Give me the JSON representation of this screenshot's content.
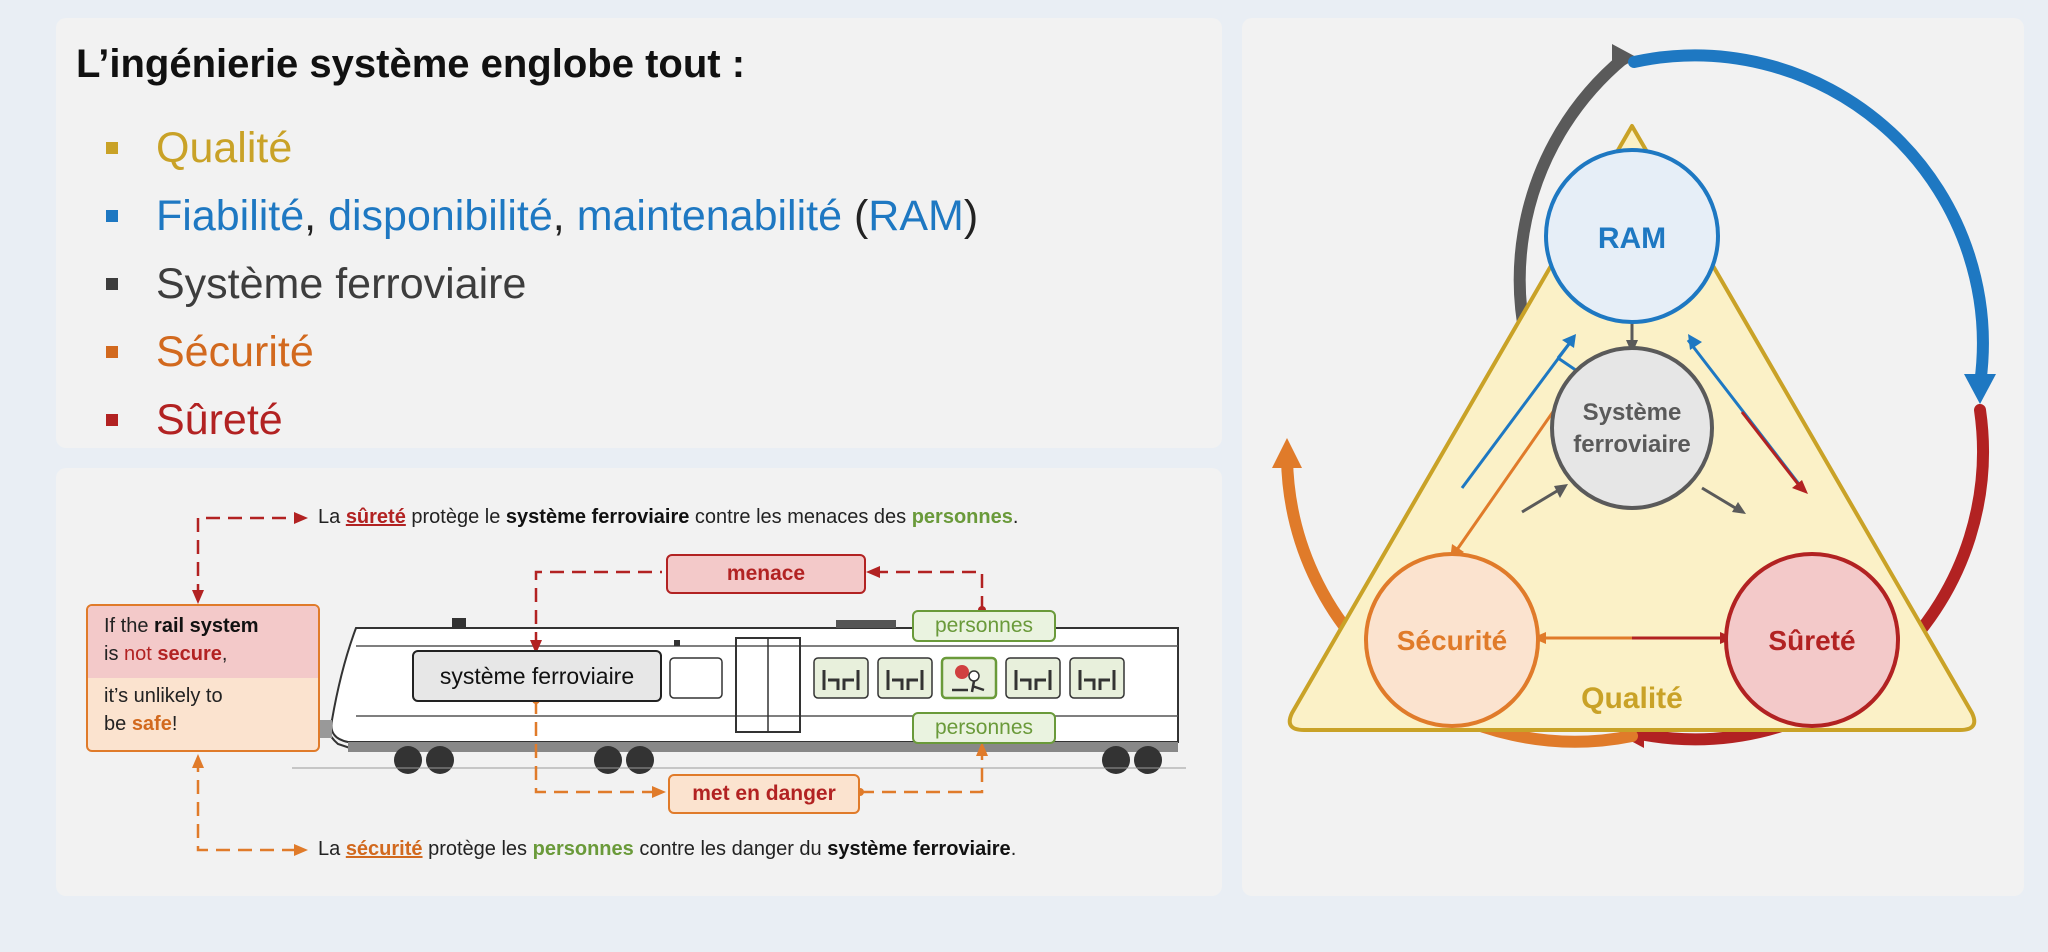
{
  "list": {
    "title": "L’ingénierie système englobe tout :",
    "items": {
      "quality": "Qualité",
      "reliability": "Fiabilité",
      "comma1": ", ",
      "availability": "disponibilité",
      "comma2": ", ",
      "maintainability": "maintenabilité",
      "open_paren": " (",
      "ram": "RAM",
      "close_paren": ")",
      "rail_system": "Système ferroviaire",
      "safety": "Sécurité",
      "security": "Sûreté"
    }
  },
  "train_panel": {
    "top_sentence": {
      "p1": "La ",
      "w1": "sûreté",
      "p2": " protège le ",
      "w2": "système ferroviaire",
      "p3": " contre les menaces des ",
      "w3": "personnes",
      "p4": "."
    },
    "bottom_sentence": {
      "p1": "La ",
      "w1": "sécurité",
      "p2": " protège les ",
      "w2": "personnes",
      "p3": " contre les danger du ",
      "w3": "système ferroviaire",
      "p4": "."
    },
    "callout": {
      "l1a": "If the ",
      "l1b": "rail system",
      "l2a": "is ",
      "l2b": "not",
      "l2c": " ",
      "l2d": "secure",
      "l2e": ",",
      "l3": "it’s unlikely to",
      "l4a": "be ",
      "l4b": "safe",
      "l4c": "!"
    },
    "menace": "menace",
    "met_en_danger": "met en danger",
    "persons_top": "personnes",
    "persons_bottom": "personnes",
    "system_box": "système ferroviaire"
  },
  "diagram": {
    "ram": "RAM",
    "system_l1": "Système",
    "system_l2": "ferroviaire",
    "safety": "Sécurité",
    "security": "Sûreté",
    "quality": "Qualité",
    "colors": {
      "quality": "#c9a227",
      "ram": "#1e78c2",
      "system": "#5a5a5a",
      "safety": "#e07b2a",
      "security": "#b22222"
    }
  }
}
